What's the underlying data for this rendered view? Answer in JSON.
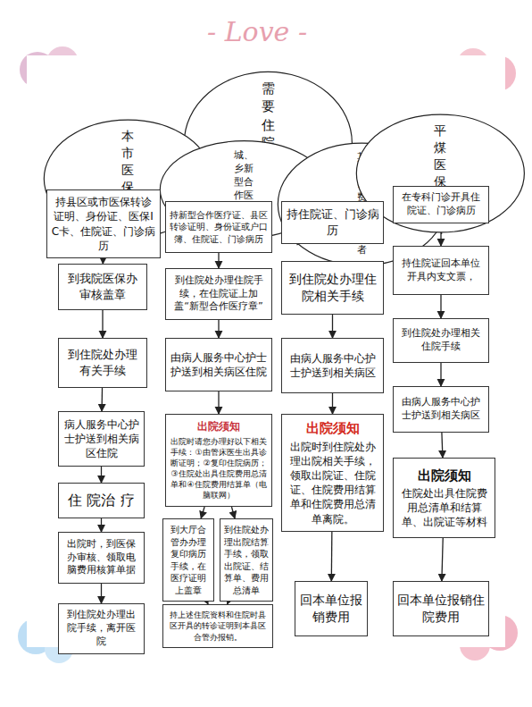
{
  "diagram": {
    "nodes": [
      {
        "text": [
          "需要住院的患者"
        ]
      },
      {
        "text": [
          "本市医保患者"
        ]
      },
      {
        "text": [
          "城、乡新型合作医疗患者"
        ]
      },
      {
        "text": [
          "其他自费住院患者"
        ]
      },
      {
        "text": [
          "平煤医保患者"
        ]
      },
      {
        "text": [
          "持县区或市医保转诊证明、身份证、医保IC卡、住院证、门诊病历"
        ]
      },
      {
        "text": [
          "到我院医保办审核盖章"
        ]
      },
      {
        "text": [
          "到住院处办理有关手续"
        ]
      },
      {
        "text": [
          "病人服务中心护士护送到相关病区住院"
        ]
      },
      {
        "text": [
          "住 院治 疗"
        ]
      },
      {
        "text": [
          "出院时，到医保办审核、领取电脑费用核算单据"
        ]
      },
      {
        "text": [
          "到住院处办理出院手续，离开医院"
        ]
      },
      {
        "text": [
          "持新型合作医疗证、县区转诊证明、身份证或户口簿、住院证、门诊病历"
        ]
      },
      {
        "text": [
          "到住院处办理住院手续，在住院证上加盖“新型合作医疗章”"
        ]
      },
      {
        "text": [
          "由病人服务中心护士护送到相关病区住院"
        ]
      },
      {
        "text": [
          "出院须知",
          "出院时请您办理好以下相关手续：①由管床医生出具诊断证明；②复印住院病历；③住院处出具住院费用总清单和④住院费用结算单（电脑联网）"
        ]
      },
      {
        "text": [
          "到大厅合管办办理复印病历手续，在医疗证明上盖章"
        ]
      },
      {
        "text": [
          "到住院处办理出院结算手续，领取出院证、结算单、费用总清单"
        ]
      },
      {
        "text": [
          "持上述住院资料和住院时县区开具的转诊证明到本县区合管办报销。"
        ]
      },
      {
        "text": [
          "持住院证、门诊病历"
        ]
      },
      {
        "text": [
          "到住院处办理住院相关手续"
        ]
      },
      {
        "text": [
          "由病人服务中心护士护送到相关病区"
        ]
      },
      {
        "text": [
          "出院须知",
          "出院时到住院处办理出院相关手续，领取出院证、住院证、住院费用结算单和住院费用总清单离院。"
        ]
      },
      {
        "text": [
          "回本单位报销费用"
        ]
      },
      {
        "text": [
          "在专科门诊开具住院证、门诊病历"
        ]
      },
      {
        "text": [
          "持住院证回本单位开具内支文票，"
        ]
      },
      {
        "text": [
          "到住院处办理相关住院手续"
        ]
      },
      {
        "text": [
          "由病人服务中心护士护送到相关病区"
        ]
      },
      {
        "text": [
          "出院须知",
          "住院处出具住院费用总清单和结算单、出院证等材料"
        ]
      },
      {
        "text": [
          "回本单位报销住院费用"
        ]
      }
    ],
    "edges": [
      {
        "from": 0,
        "to": 1,
        "arrow": "none"
      },
      {
        "from": 0,
        "to": 2,
        "arrow": "none"
      },
      {
        "from": 0,
        "to": 3,
        "arrow": "none"
      },
      {
        "from": 0,
        "to": 4,
        "arrow": "none"
      },
      {
        "from": 1,
        "to": 5,
        "arrow": "to"
      },
      {
        "from": 5,
        "to": 6,
        "arrow": "to"
      },
      {
        "from": 6,
        "to": 7,
        "arrow": "to"
      },
      {
        "from": 7,
        "to": 8,
        "arrow": "to"
      },
      {
        "from": 8,
        "to": 9,
        "arrow": "to"
      },
      {
        "from": 9,
        "to": 10,
        "arrow": "to"
      },
      {
        "from": 10,
        "to": 11,
        "arrow": "to"
      },
      {
        "from": 2,
        "to": 12,
        "arrow": "to"
      },
      {
        "from": 12,
        "to": 13,
        "arrow": "to"
      },
      {
        "from": 13,
        "to": 14,
        "arrow": "to"
      },
      {
        "from": 14,
        "to": 15,
        "arrow": "to"
      },
      {
        "from": 15,
        "to": 16,
        "arrow": "to"
      },
      {
        "from": 15,
        "to": 17,
        "arrow": "to"
      },
      {
        "from": 16,
        "to": 18,
        "arrow": "to"
      },
      {
        "from": 17,
        "to": 18,
        "arrow": "to"
      },
      {
        "from": 3,
        "to": 19,
        "arrow": "to"
      },
      {
        "from": 19,
        "to": 20,
        "arrow": "to"
      },
      {
        "from": 20,
        "to": 21,
        "arrow": "to"
      },
      {
        "from": 21,
        "to": 22,
        "arrow": "to"
      },
      {
        "from": 22,
        "to": 23,
        "arrow": "to"
      },
      {
        "from": 4,
        "to": 24,
        "arrow": "to"
      },
      {
        "from": 24,
        "to": 25,
        "arrow": "to"
      },
      {
        "from": 25,
        "to": 26,
        "arrow": "to"
      },
      {
        "from": 26,
        "to": 27,
        "arrow": "to"
      },
      {
        "from": 27,
        "to": 28,
        "arrow": "to"
      },
      {
        "from": 28,
        "to": 29,
        "arrow": "to"
      }
    ],
    "labels": [
      "- Love -"
    ]
  }
}
